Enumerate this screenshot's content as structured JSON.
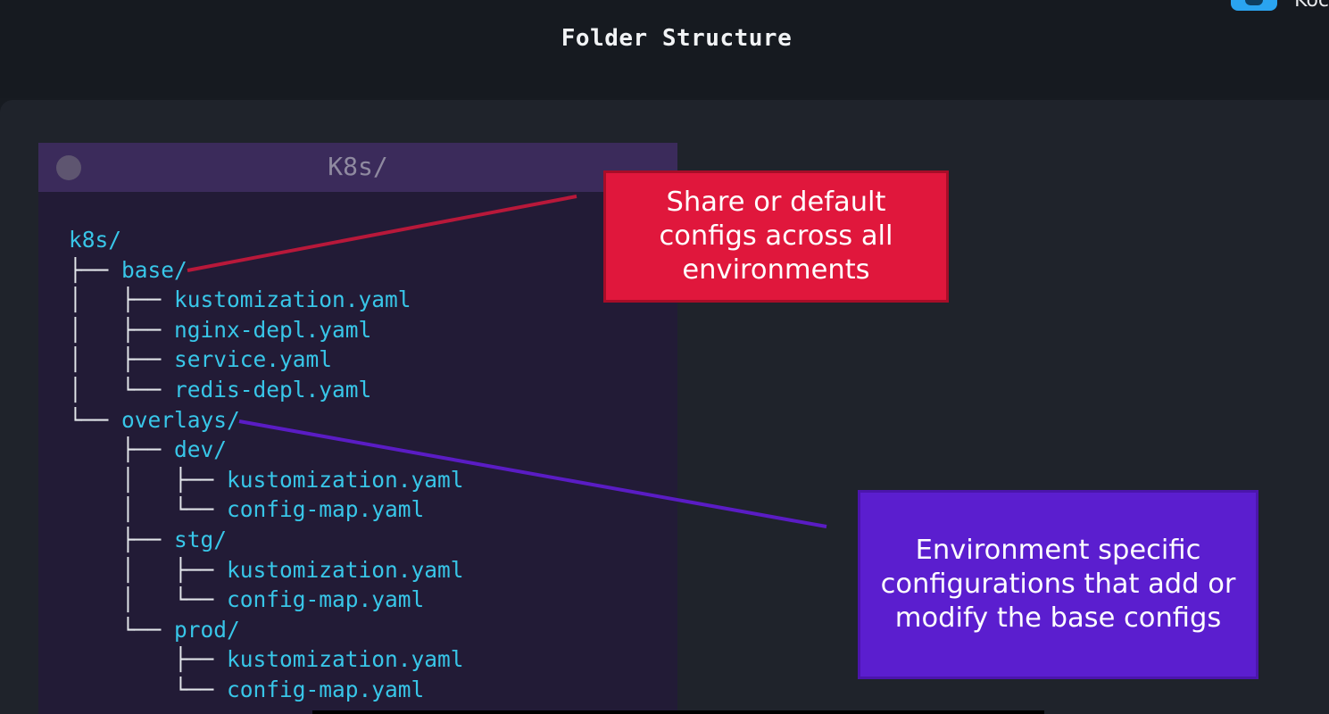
{
  "header": {
    "title": "Folder Structure",
    "logo_text": "Koc"
  },
  "window": {
    "title": "K8s/"
  },
  "tree": [
    {
      "connector": "",
      "name": "k8s/"
    },
    {
      "connector": "├── ",
      "name": "base/"
    },
    {
      "connector": "│   ├── ",
      "name": "kustomization.yaml"
    },
    {
      "connector": "│   ├── ",
      "name": "nginx-depl.yaml"
    },
    {
      "connector": "│   ├── ",
      "name": "service.yaml"
    },
    {
      "connector": "│   └── ",
      "name": "redis-depl.yaml"
    },
    {
      "connector": "└── ",
      "name": "overlays/"
    },
    {
      "connector": "    ├── ",
      "name": "dev/"
    },
    {
      "connector": "    │   ├── ",
      "name": "kustomization.yaml"
    },
    {
      "connector": "    │   └── ",
      "name": "config-map.yaml"
    },
    {
      "connector": "    ├── ",
      "name": "stg/"
    },
    {
      "connector": "    │   ├── ",
      "name": "kustomization.yaml"
    },
    {
      "connector": "    │   └── ",
      "name": "config-map.yaml"
    },
    {
      "connector": "    └── ",
      "name": "prod/"
    },
    {
      "connector": "        ├── ",
      "name": "kustomization.yaml"
    },
    {
      "connector": "        └── ",
      "name": "config-map.yaml"
    }
  ],
  "callouts": {
    "base": {
      "text": "Share or default\nconfigs across all\nenvironments",
      "color": "#e0173c"
    },
    "overlays": {
      "text": "Environment specific\nconfigurations that add or\nmodify the base configs",
      "color": "#5b1ecf"
    }
  },
  "colors": {
    "tree_text": "#38c6e8",
    "background": "#1f232b",
    "window_bar": "#3b2b5b"
  }
}
